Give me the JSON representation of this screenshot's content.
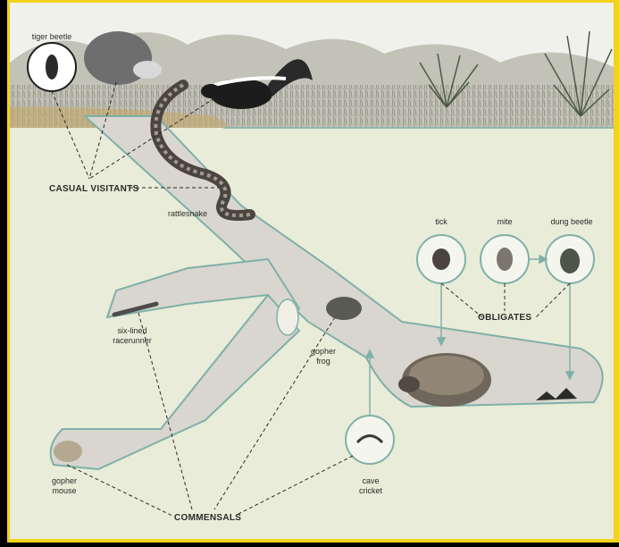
{
  "labels": {
    "tiger_beetle": "tiger beetle",
    "rattlesnake": "rattlesnake",
    "tick": "tick",
    "mite": "mite",
    "dung_beetle": "dung beetle",
    "six_lined_line1": "six-lined",
    "six_lined_line2": "racerunner",
    "gopher_frog_line1": "gopher",
    "gopher_frog_line2": "frog",
    "gopher_mouse_line1": "gopher",
    "gopher_mouse_line2": "mouse",
    "cave_cricket_line1": "cave",
    "cave_cricket_line2": "cricket"
  },
  "groups": {
    "casual_visitants": "CASUAL VISITANTS",
    "obligates": "OBLIGATES",
    "commensals": "COMMENSALS"
  },
  "colors": {
    "soil": "#e9ecd8",
    "burrow": "#d9d6cf",
    "burrow_outline": "#7fb0a8",
    "border": "#f2d21a",
    "sky": "#f1f1ec"
  }
}
